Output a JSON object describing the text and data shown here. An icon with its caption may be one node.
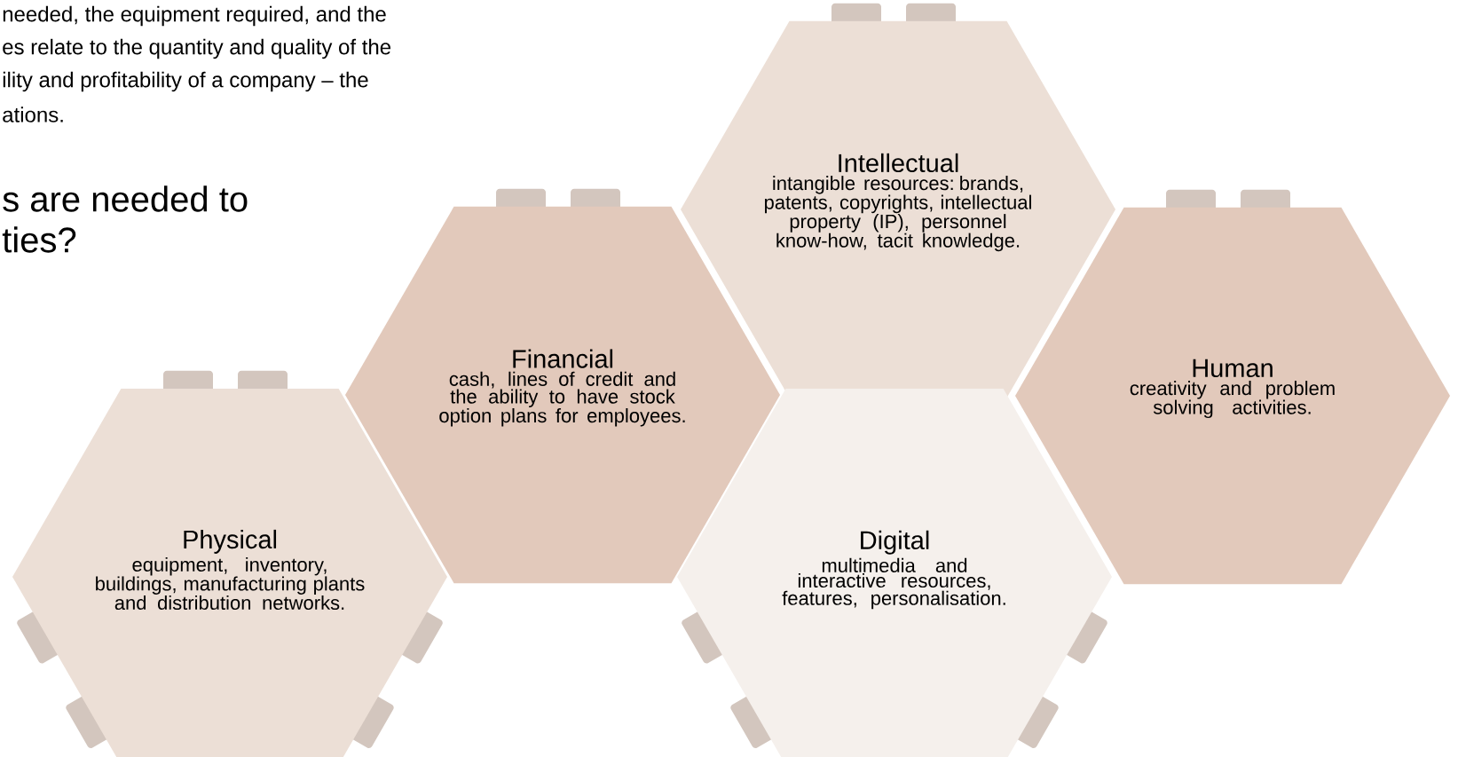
{
  "diagram": {
    "nodes": [
      {
        "text": [
          "Physical",
          "equipment, inventory, buildings, manufacturing plants and distribution networks."
        ]
      },
      {
        "text": [
          "Financial",
          "cash, lines of credit and the ability to have stock option plans for employees."
        ]
      },
      {
        "text": [
          "Intellectual",
          "intangible resources: brands, patents, copyrights, intellectual property (IP), personnel know-how, tacit knowledge."
        ]
      },
      {
        "text": [
          "Digital",
          "multimedia and interactive resources, features, personalisation."
        ]
      },
      {
        "text": [
          "Human",
          "creativity and problem solving activities."
        ]
      }
    ],
    "labels": [
      "needed, the equipment required, and the",
      "es relate to the quantity and quality of the",
      "ility and profitability of a company – the",
      "ations.",
      "s are needed to",
      "ties?"
    ]
  }
}
